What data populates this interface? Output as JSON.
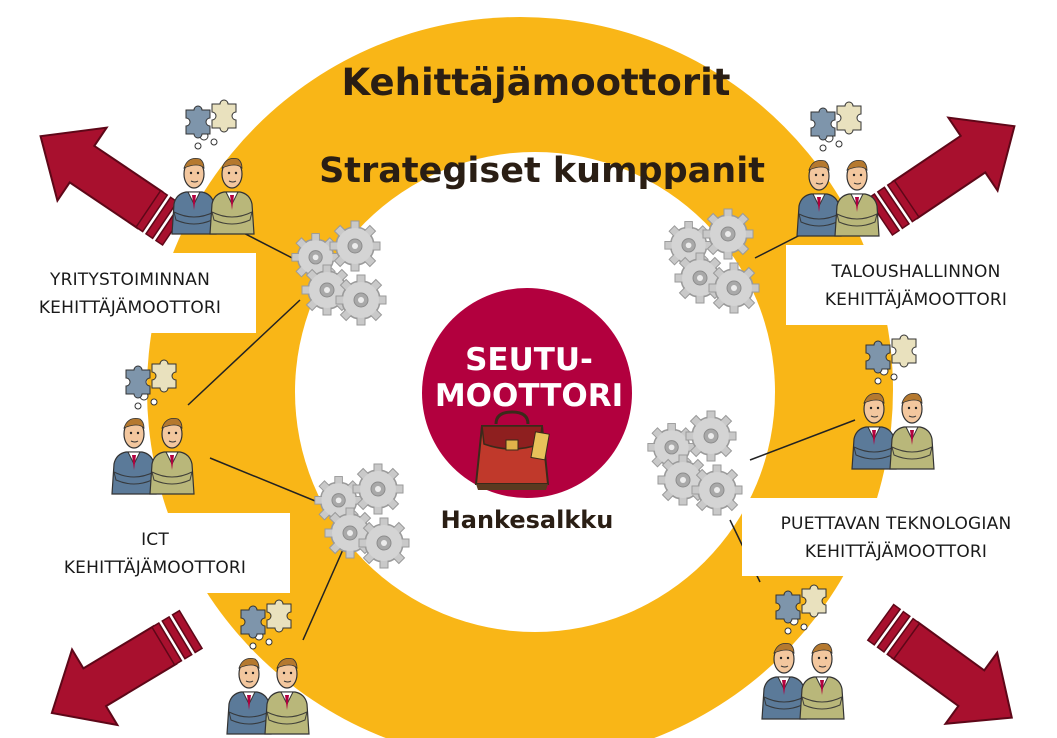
{
  "colors": {
    "ring": "#F9B617",
    "center": "#B2003E",
    "arrow": "#A8102E",
    "gear": "#C9C9C9",
    "suit_blue": "#5B7A99",
    "suit_olive": "#B9B77A",
    "puzzle_blue": "#7E95AB",
    "puzzle_cream": "#E9E1BE"
  },
  "diagram": {
    "outer_title": "Kehittäjämoottorit",
    "inner_title": "Strategiset kumppanit",
    "center": {
      "line1": "SEUTU-",
      "line2": "MOOTTORI",
      "caption": "Hankesalkku",
      "icon": "briefcase-icon"
    },
    "engines": {
      "yritys": {
        "line1": "YRITYSTOIMINNAN",
        "line2": "KEHITTÄJÄMOOTTORI"
      },
      "ict": {
        "line1": "ICT",
        "line2": "KEHITTÄJÄMOOTTORI"
      },
      "talous": {
        "line1": "TALOUSHALLINNON",
        "line2": "KEHITTÄJÄMOOTTORI"
      },
      "puettava": {
        "line1": "PUETTAVAN TEKNOLOGIAN",
        "line2": "KEHITTÄJÄMOOTTORI"
      }
    },
    "icons": [
      "gears-icon",
      "thinking-people-icon",
      "puzzle-thought-icon",
      "outward-arrow-icon"
    ]
  }
}
